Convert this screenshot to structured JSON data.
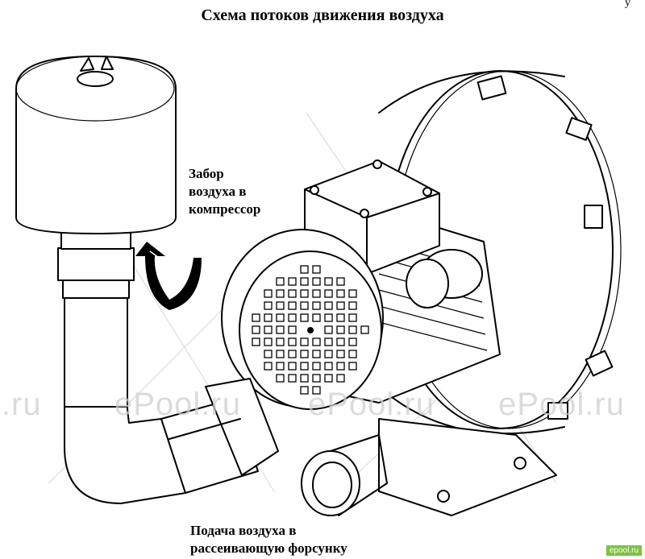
{
  "title": "Схема потоков движения воздуха",
  "intake_label": [
    "Забор",
    "воздуха в",
    "компрессор"
  ],
  "output_label": [
    "Подача воздуха в",
    "рассеивающую форсунку"
  ],
  "watermarks": [
    "l.ru",
    "ePool.ru",
    "ePool.ru",
    "ePool.ru"
  ],
  "corner_badge": "epool.ru",
  "corner_mark": "y",
  "colors": {
    "line": "#000000",
    "background": "#ffffff",
    "watermark": "#cfcfcf",
    "badge": "#7ec242"
  },
  "icons": {
    "flow_arrow": "curved-arrow-icon"
  }
}
